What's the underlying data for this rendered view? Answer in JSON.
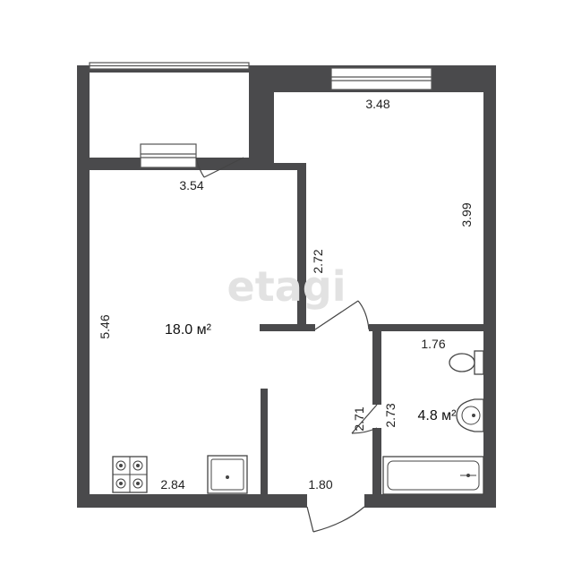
{
  "watermark": "etagi",
  "dimensions": {
    "balcony_width": "3.54",
    "bedroom_width": "3.48",
    "bedroom_depth": "3.99",
    "hall_wall": "2.72",
    "living_depth": "5.46",
    "kitchen_width": "2.84",
    "corridor_width": "1.80",
    "corridor_depth": "2.71",
    "bath_depth": "2.73",
    "bath_width": "1.76"
  },
  "areas": {
    "living_room": "18.0 м²",
    "bathroom": "4.8 м²"
  }
}
